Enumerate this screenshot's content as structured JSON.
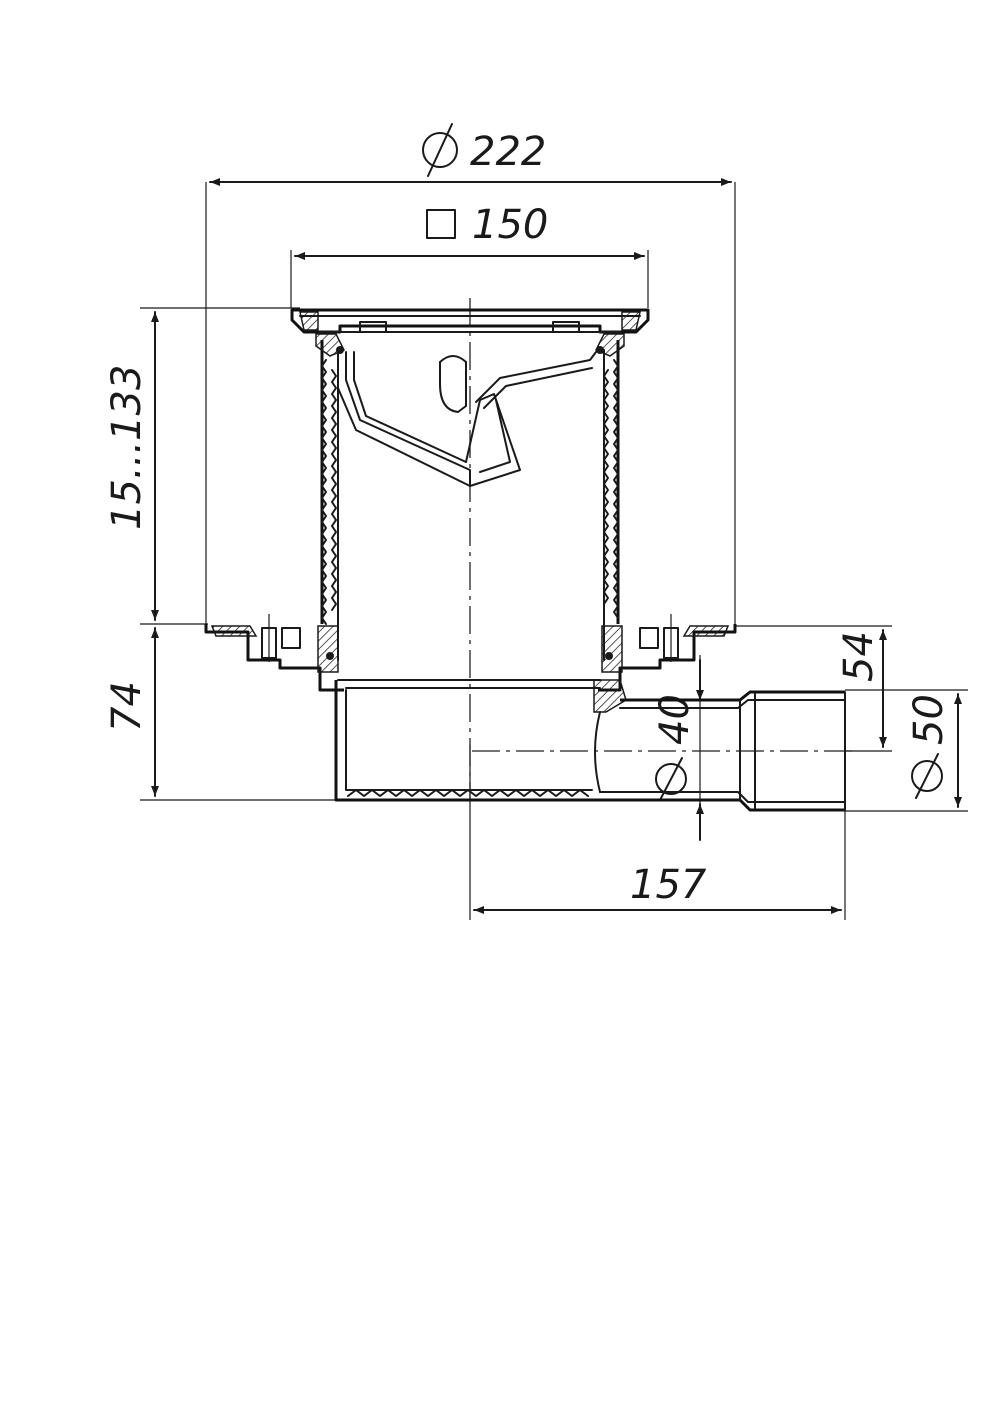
{
  "dimensions": {
    "diameter_outer": "222",
    "square_grate": "150",
    "height_adjust": "15...133",
    "body_height": "74",
    "outlet_offset": "54",
    "inner_diameter": "40",
    "outlet_diameter": "50",
    "outlet_length": "157"
  },
  "symbols": {
    "diameter": "diameter-symbol",
    "square": "square-symbol"
  },
  "colors": {
    "line": "#1a1a1a",
    "background": "#ffffff"
  }
}
